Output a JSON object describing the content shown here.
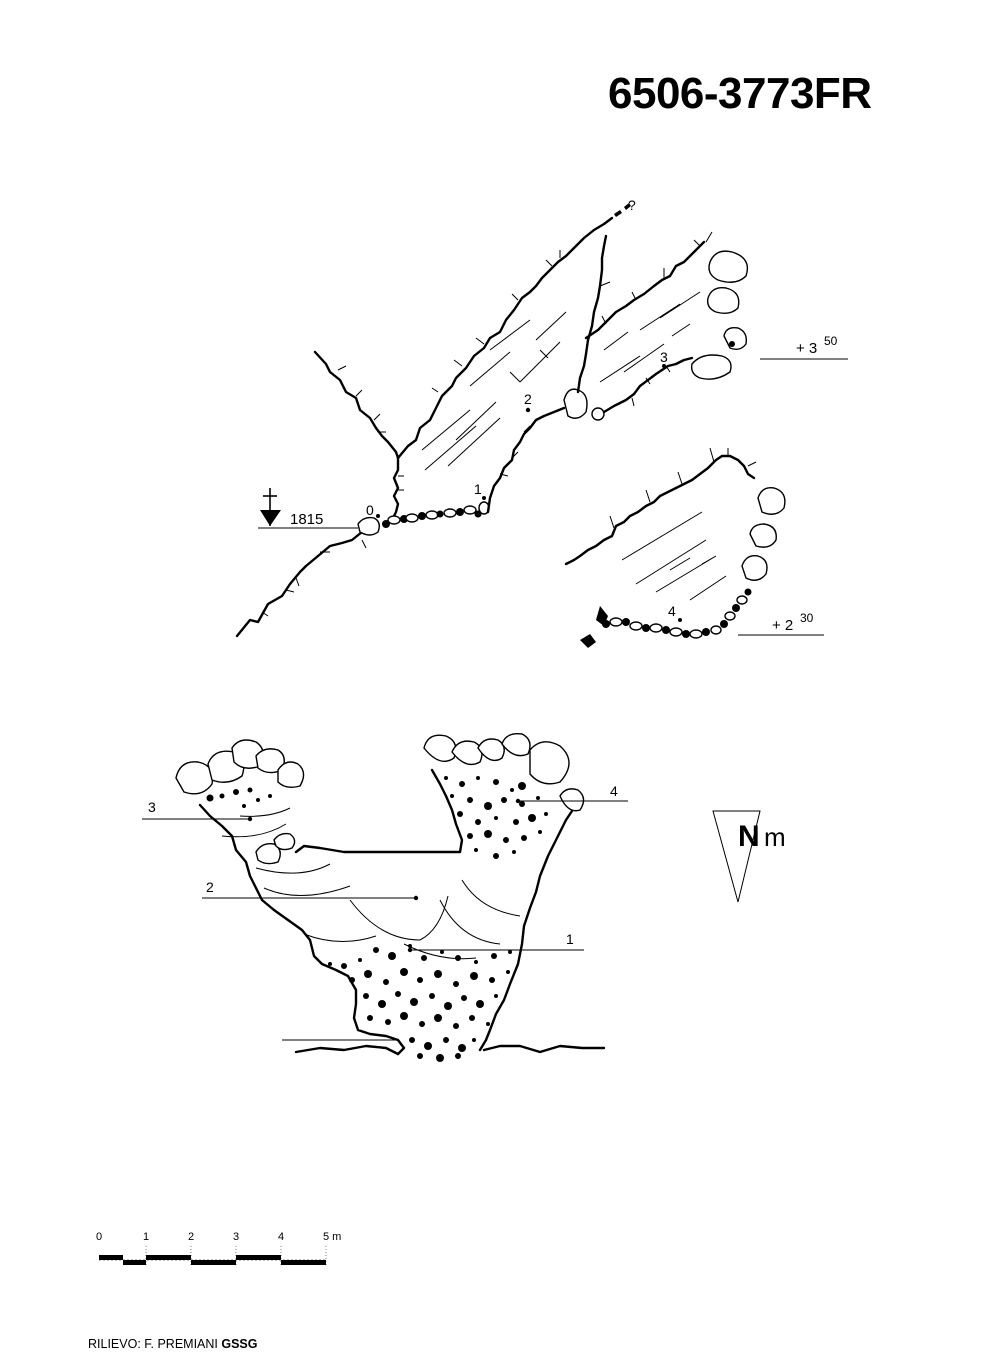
{
  "header": {
    "cave_code": "6506-3773FR"
  },
  "plan_view": {
    "entrance_altitude": "1815",
    "entrance_symbol": "entrance-triangle-icon",
    "stations": [
      "0",
      "1",
      "2",
      "3",
      "4"
    ],
    "unknown_continuation": "?",
    "height_marks": [
      {
        "prefix": "+ 3",
        "superscript": "50",
        "value": "+3.50"
      },
      {
        "prefix": "+ 2",
        "superscript": "30",
        "value": "+2.30"
      }
    ]
  },
  "section_view": {
    "station_labels": [
      "3",
      "4",
      "2",
      "1"
    ]
  },
  "north_arrow": {
    "letter": "N",
    "suffix": "m"
  },
  "scale_bar": {
    "ticks": [
      "0",
      "1",
      "2",
      "3",
      "4",
      "5 m"
    ],
    "unit": "m"
  },
  "credits": {
    "prefix": "RILIEVO: F. PREMIANI ",
    "group": "GSSG"
  }
}
